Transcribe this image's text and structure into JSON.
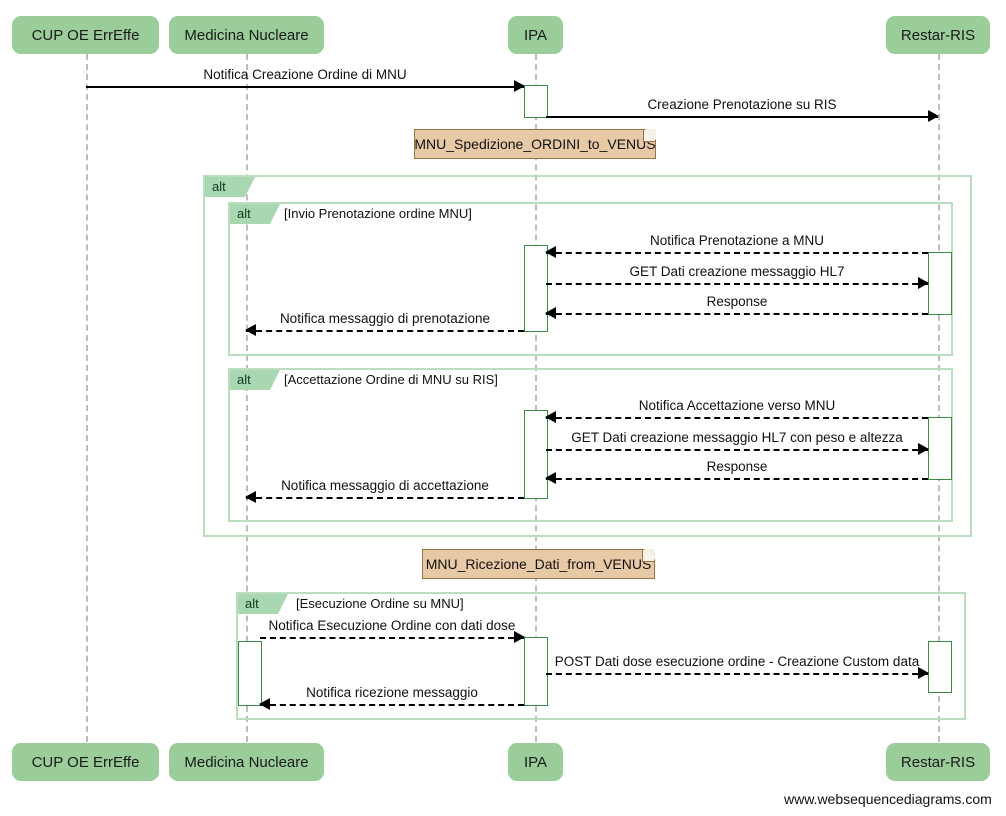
{
  "diagram": {
    "tool_footer": "www.websequencediagrams.com",
    "colors": {
      "participant_fill": "#9ACD9A",
      "frame_border": "#b9dec0",
      "frame_label_fill": "#a8d7b2",
      "note_fill": "#e8c9a6",
      "note_border": "#9a7248",
      "activation_border": "#3c8c46",
      "lifeline": "#bdbdbd",
      "message": "#000000"
    }
  },
  "participants": [
    {
      "id": "cup",
      "label": "CUP OE ErrEffe"
    },
    {
      "id": "mnu",
      "label": "Medicina Nucleare"
    },
    {
      "id": "ipa",
      "label": "IPA"
    },
    {
      "id": "ris",
      "label": "Restar-RIS"
    }
  ],
  "notes": [
    {
      "id": "note1",
      "label": "MNU_Spedizione_ORDINI_to_VENUS"
    },
    {
      "id": "note2",
      "label": "MNU_Ricezione_Dati_from_VENUS"
    }
  ],
  "fragments": [
    {
      "id": "alt-outer",
      "operator": "alt",
      "condition": ""
    },
    {
      "id": "alt-prenotazione",
      "operator": "alt",
      "condition": "[Invio Prenotazione ordine MNU]"
    },
    {
      "id": "alt-accettazione",
      "operator": "alt",
      "condition": "[Accettazione Ordine di MNU su RIS]"
    },
    {
      "id": "alt-esecuzione",
      "operator": "alt",
      "condition": "[Esecuzione Ordine su MNU]"
    }
  ],
  "messages": [
    {
      "id": "m1",
      "label": "Notifica Creazione Ordine di MNU",
      "from": "cup",
      "to": "ipa",
      "style": "solid",
      "direction": "right"
    },
    {
      "id": "m2",
      "label": "Creazione Prenotazione su RIS",
      "from": "ipa",
      "to": "ris",
      "style": "solid",
      "direction": "right"
    },
    {
      "id": "m3",
      "label": "Notifica Prenotazione a MNU",
      "from": "ris",
      "to": "ipa",
      "style": "dashed",
      "direction": "left"
    },
    {
      "id": "m4",
      "label": "GET Dati creazione messaggio HL7",
      "from": "ipa",
      "to": "ris",
      "style": "dashed",
      "direction": "right"
    },
    {
      "id": "m5",
      "label": "Response",
      "from": "ris",
      "to": "ipa",
      "style": "dashed",
      "direction": "left"
    },
    {
      "id": "m6",
      "label": "Notifica messaggio di prenotazione",
      "from": "ipa",
      "to": "mnu",
      "style": "dashed",
      "direction": "left"
    },
    {
      "id": "m7",
      "label": "Notifica Accettazione verso MNU",
      "from": "ris",
      "to": "ipa",
      "style": "dashed",
      "direction": "left"
    },
    {
      "id": "m8",
      "label": "GET Dati creazione messaggio HL7 con peso e altezza",
      "from": "ipa",
      "to": "ris",
      "style": "dashed",
      "direction": "right"
    },
    {
      "id": "m9",
      "label": "Response",
      "from": "ris",
      "to": "ipa",
      "style": "dashed",
      "direction": "left"
    },
    {
      "id": "m10",
      "label": "Notifica messaggio di accettazione",
      "from": "ipa",
      "to": "mnu",
      "style": "dashed",
      "direction": "left"
    },
    {
      "id": "m11",
      "label": "Notifica Esecuzione Ordine con dati dose",
      "from": "mnu",
      "to": "ipa",
      "style": "dashed",
      "direction": "right"
    },
    {
      "id": "m12",
      "label": "POST Dati dose esecuzione ordine - Creazione Custom data",
      "from": "ipa",
      "to": "ris",
      "style": "dashed",
      "direction": "right"
    },
    {
      "id": "m13",
      "label": "Notifica ricezione messaggio",
      "from": "ipa",
      "to": "mnu",
      "style": "dashed",
      "direction": "left"
    }
  ]
}
